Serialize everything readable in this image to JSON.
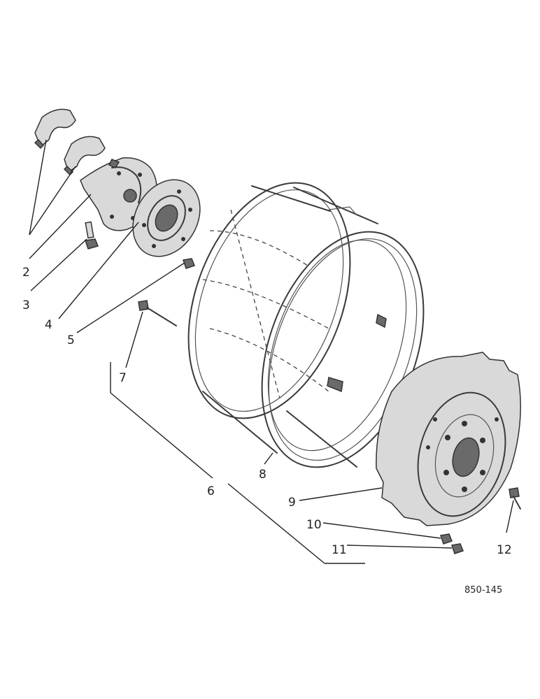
{
  "callouts": [
    "2",
    "3",
    "4",
    "5",
    "7",
    "6",
    "8",
    "9",
    "10",
    "11",
    "12"
  ],
  "drawing_code": "850-145"
}
